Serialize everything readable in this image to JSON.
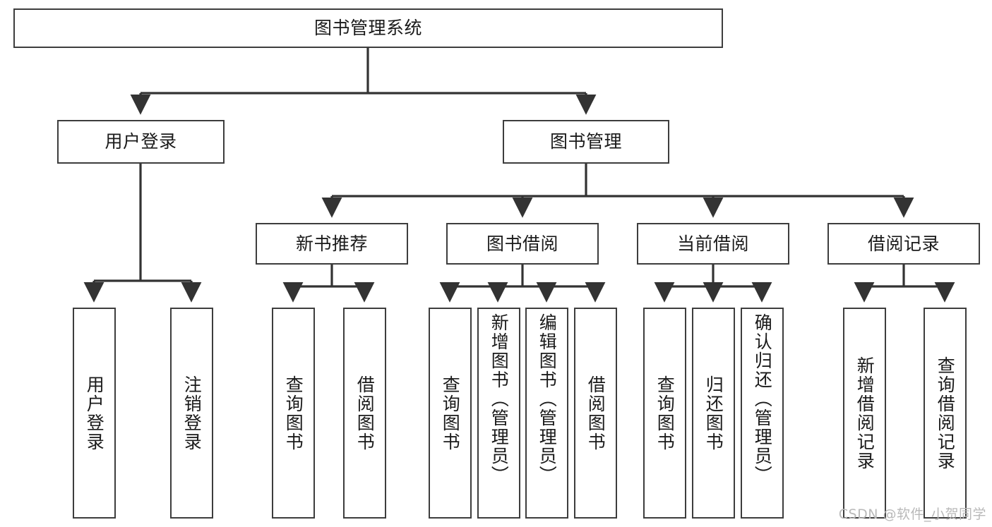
{
  "diagram": {
    "title": "图书管理系统",
    "type": "tree-hierarchy-diagram",
    "style": {
      "box_border_color": "#3d3d3d",
      "box_fill_color": "#ffffff",
      "connector_color": "#333333",
      "text_color": "#1a1a1a",
      "background": "#ffffff"
    },
    "root": {
      "label": "图书管理系统"
    },
    "level2": [
      {
        "label": "用户登录"
      },
      {
        "label": "图书管理"
      }
    ],
    "level3": [
      {
        "label": "新书推荐"
      },
      {
        "label": "图书借阅"
      },
      {
        "label": "当前借阅"
      },
      {
        "label": "借阅记录"
      }
    ],
    "leaves": {
      "user_login": [
        {
          "label": "用户登录"
        },
        {
          "label": "注销登录"
        }
      ],
      "new_book_recommend": [
        {
          "label": "查询图书"
        },
        {
          "label": "借阅图书"
        }
      ],
      "book_borrow": [
        {
          "label": "查询图书"
        },
        {
          "label": "新增图书（管理员）"
        },
        {
          "label": "编辑图书（管理员）"
        },
        {
          "label": "借阅图书"
        }
      ],
      "current_borrow": [
        {
          "label": "查询图书"
        },
        {
          "label": "归还图书"
        },
        {
          "label": "确认归还（管理员）"
        }
      ],
      "borrow_records": [
        {
          "label": "新增借阅记录"
        },
        {
          "label": "查询借阅记录"
        }
      ]
    }
  },
  "watermark": {
    "text": "CSDN @软件_小贺同学"
  }
}
